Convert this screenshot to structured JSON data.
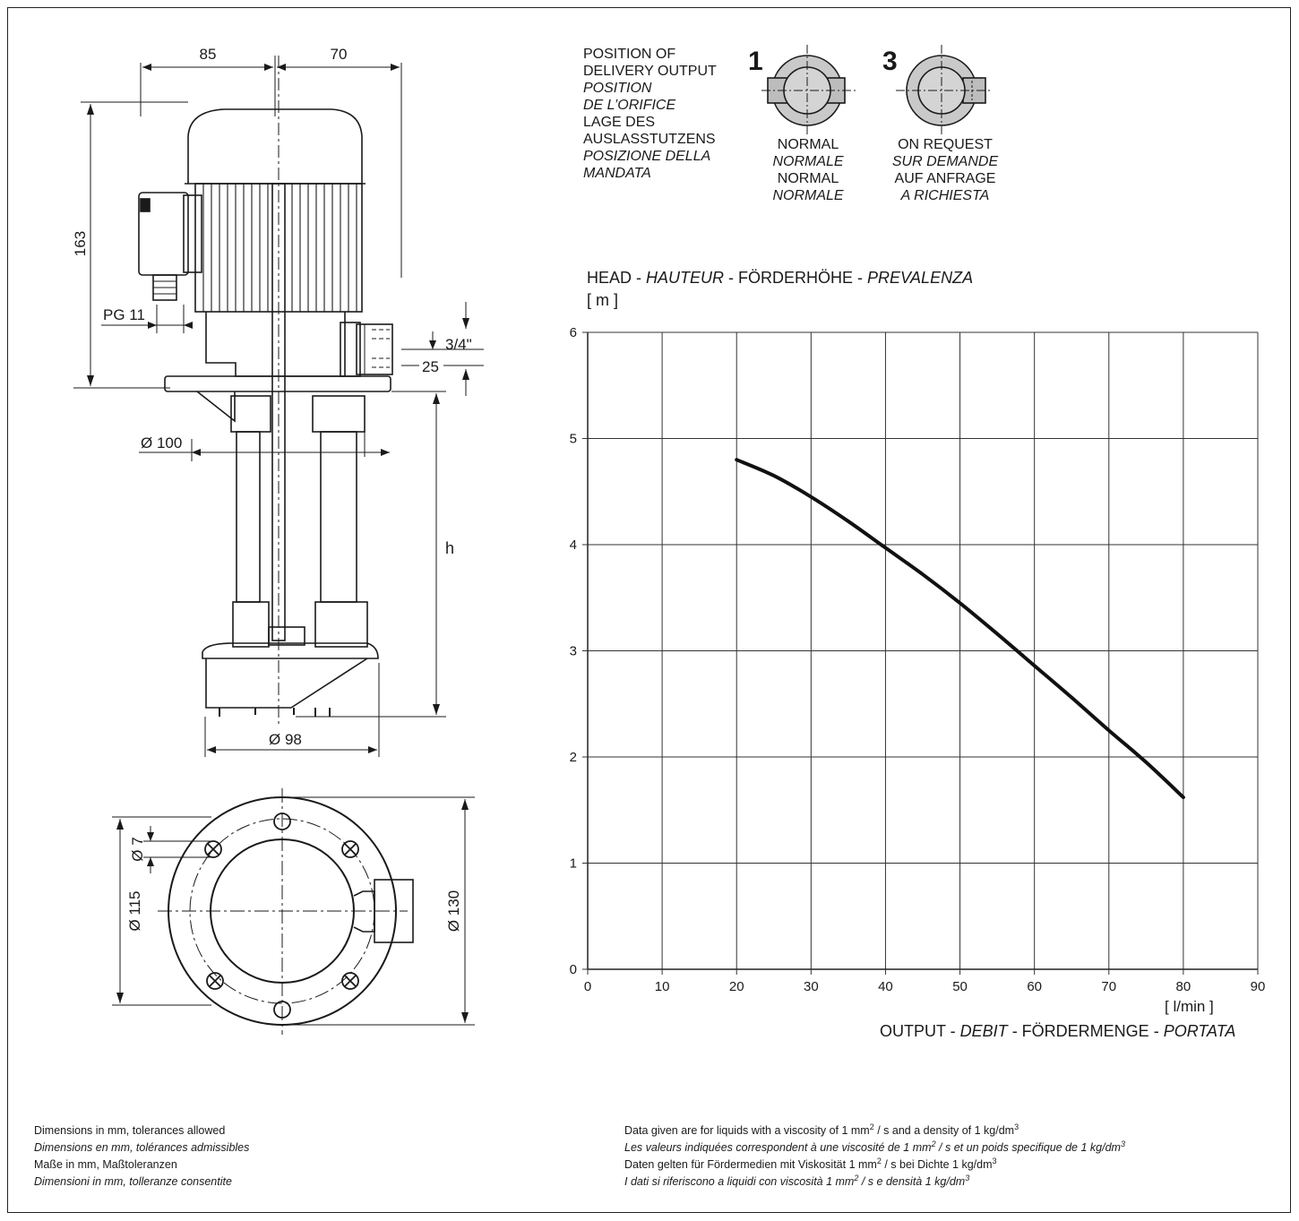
{
  "dimensions": {
    "width_left": "85",
    "width_right": "70",
    "height_total": "163",
    "cable_gland": "PG 11",
    "outlet_thread": "3/4\"",
    "outlet_offset": "25",
    "flange_diameter": "Ø 100",
    "immersion_depth": "h",
    "pump_base_diameter": "Ø 98",
    "hole_diameter": "Ø 7",
    "hole_circle_diameter": "Ø 115",
    "outer_diameter": "Ø 130"
  },
  "delivery_position": {
    "labels": [
      {
        "text": "POSITION OF",
        "italic": false
      },
      {
        "text": "DELIVERY OUTPUT",
        "italic": false
      },
      {
        "text": "POSITION",
        "italic": true
      },
      {
        "text": "DE L’ORIFICE",
        "italic": true
      },
      {
        "text": "LAGE DES",
        "italic": false
      },
      {
        "text": "AUSLASSTUTZENS",
        "italic": false
      },
      {
        "text": "POSIZIONE DELLA",
        "italic": true
      },
      {
        "text": "MANDATA",
        "italic": true
      }
    ],
    "options": [
      {
        "number": "1",
        "captions": [
          {
            "text": "NORMAL",
            "italic": false
          },
          {
            "text": "NORMALE",
            "italic": true
          },
          {
            "text": "NORMAL",
            "italic": false
          },
          {
            "text": "NORMALE",
            "italic": true
          }
        ]
      },
      {
        "number": "3",
        "captions": [
          {
            "text": "ON REQUEST",
            "italic": false
          },
          {
            "text": "SUR DEMANDE",
            "italic": true
          },
          {
            "text": "AUF ANFRAGE",
            "italic": false
          },
          {
            "text": "A RICHIESTA",
            "italic": true
          }
        ]
      }
    ]
  },
  "chart_data": {
    "type": "line",
    "title": "",
    "ylabel_parts": [
      {
        "text": "HEAD - ",
        "italic": false
      },
      {
        "text": "HAUTEUR",
        "italic": true
      },
      {
        "text": " - FÖRDERHÖHE - ",
        "italic": false
      },
      {
        "text": "PREVALENZA",
        "italic": true
      }
    ],
    "yunit": "[ m ]",
    "xlabel_parts": [
      {
        "text": "OUTPUT - ",
        "italic": false
      },
      {
        "text": "DEBIT",
        "italic": true
      },
      {
        "text": " - FÖRDERMENGE - ",
        "italic": false
      },
      {
        "text": "PORTATA",
        "italic": true
      }
    ],
    "xunit": "[ l/min ]",
    "xlim": [
      0,
      90
    ],
    "ylim": [
      0,
      6
    ],
    "xticks": [
      "0",
      "10",
      "20",
      "30",
      "40",
      "50",
      "60",
      "70",
      "80",
      "90"
    ],
    "yticks": [
      "0",
      "1",
      "2",
      "3",
      "4",
      "5",
      "6"
    ],
    "grid": true,
    "series": [
      {
        "x": [
          20,
          25,
          30,
          35,
          40,
          45,
          50,
          55,
          60,
          65,
          70,
          75,
          80
        ],
        "y": [
          4.8,
          4.65,
          4.45,
          4.22,
          3.97,
          3.72,
          3.45,
          3.16,
          2.86,
          2.56,
          2.25,
          1.95,
          1.62
        ]
      }
    ]
  },
  "footnotes": {
    "left": [
      {
        "text": "Dimensions in mm, tolerances allowed",
        "italic": false
      },
      {
        "text": "Dimensions en mm, tolérances admissibles",
        "italic": true
      },
      {
        "text": "Maße in mm, Maßtoleranzen",
        "italic": false
      },
      {
        "text": "Dimensioni in mm, tolleranze consentite",
        "italic": true
      }
    ],
    "right": [
      {
        "italic": false,
        "parts": [
          {
            "t": "Data given are for liquids with a viscosity of 1 mm"
          },
          {
            "t": "2",
            "sup": true
          },
          {
            "t": " / s and a density of 1 kg/dm"
          },
          {
            "t": "3",
            "sup": true
          }
        ]
      },
      {
        "italic": true,
        "parts": [
          {
            "t": "Les valeurs indiquées correspondent à une viscosité de 1 mm"
          },
          {
            "t": "2",
            "sup": true
          },
          {
            "t": " / s et un poids specifique de 1 kg/dm"
          },
          {
            "t": "3",
            "sup": true
          }
        ]
      },
      {
        "italic": false,
        "parts": [
          {
            "t": "Daten gelten für Fördermedien mit Viskosität 1 mm"
          },
          {
            "t": "2",
            "sup": true
          },
          {
            "t": " / s bei Dichte 1 kg/dm"
          },
          {
            "t": "3",
            "sup": true
          }
        ]
      },
      {
        "italic": true,
        "parts": [
          {
            "t": "I dati si riferiscono a liquidi con viscosità 1 mm"
          },
          {
            "t": "2",
            "sup": true
          },
          {
            "t": " / s e densità 1 kg/dm"
          },
          {
            "t": "3",
            "sup": true
          }
        ]
      }
    ]
  }
}
